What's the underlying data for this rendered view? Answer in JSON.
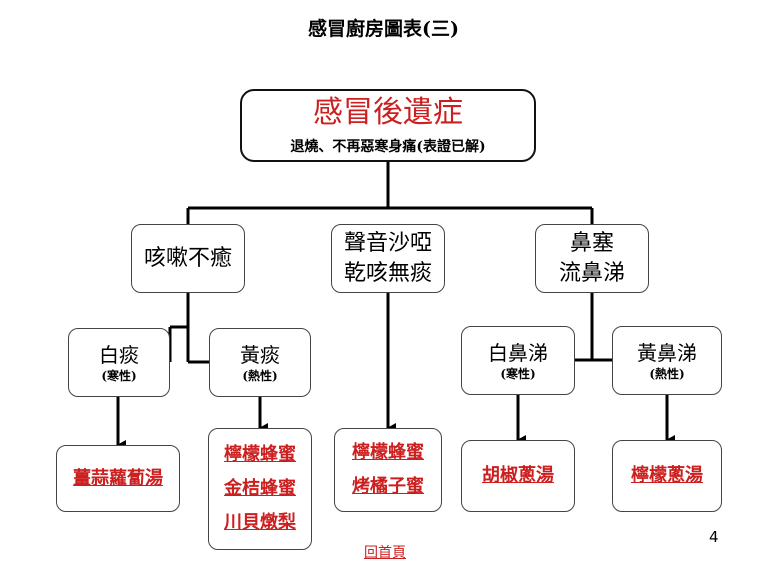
{
  "page": {
    "title": "感冒廚房圖表(三)",
    "page_number": "4",
    "home_link": "回首頁"
  },
  "root": {
    "title": "感冒後遺症",
    "subtitle": "退燒、不再惡寒身痛(表證已解)"
  },
  "branches": {
    "cough": {
      "lines": [
        "咳嗽不癒"
      ]
    },
    "voice": {
      "lines": [
        "聲音沙啞",
        "乾咳無痰"
      ]
    },
    "nose": {
      "lines": [
        "鼻塞",
        "流鼻涕"
      ]
    }
  },
  "categories": {
    "white_phlegm": {
      "name": "白痰",
      "note": "(寒性)"
    },
    "yellow_phlegm": {
      "name": "黃痰",
      "note": "(熱性)"
    },
    "white_snot": {
      "name": "白鼻涕",
      "note": "(寒性)"
    },
    "yellow_snot": {
      "name": "黃鼻涕",
      "note": "(熱性)"
    }
  },
  "recipes": {
    "white_phlegm": [
      "薑蒜蘿蔔湯"
    ],
    "yellow_phlegm": [
      "檸檬蜂蜜",
      "金桔蜂蜜",
      "川貝燉梨"
    ],
    "voice": [
      "檸檬蜂蜜",
      "烤橘子蜜"
    ],
    "white_snot": [
      "胡椒蔥湯"
    ],
    "yellow_snot": [
      "檸檬蔥湯"
    ]
  },
  "colors": {
    "accent_red": "#cc1f1f",
    "line": "#000000"
  }
}
